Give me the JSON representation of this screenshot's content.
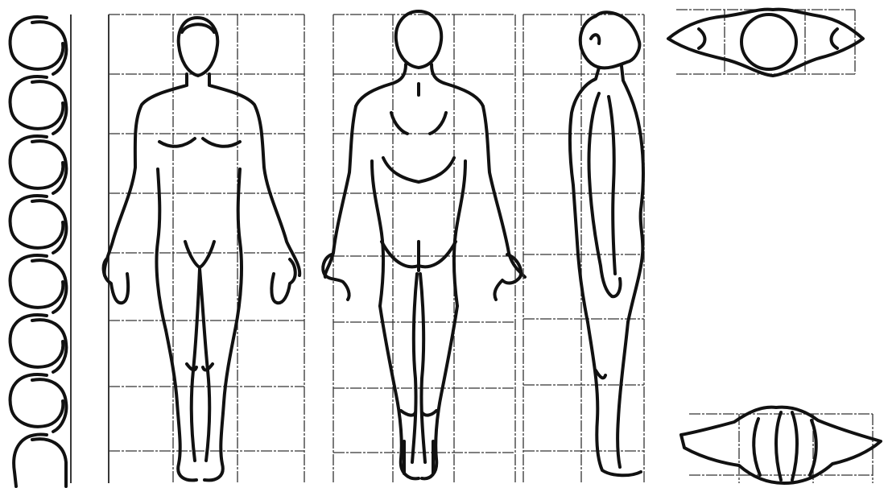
{
  "sheet": {
    "views": [
      "front-view",
      "back-view",
      "side-view",
      "top-view-head-shoulders",
      "bottom-view-feet"
    ],
    "head_units": 8,
    "ink_color": "#111111",
    "paper_color": "#ffffff",
    "grid_color": "#333333"
  }
}
